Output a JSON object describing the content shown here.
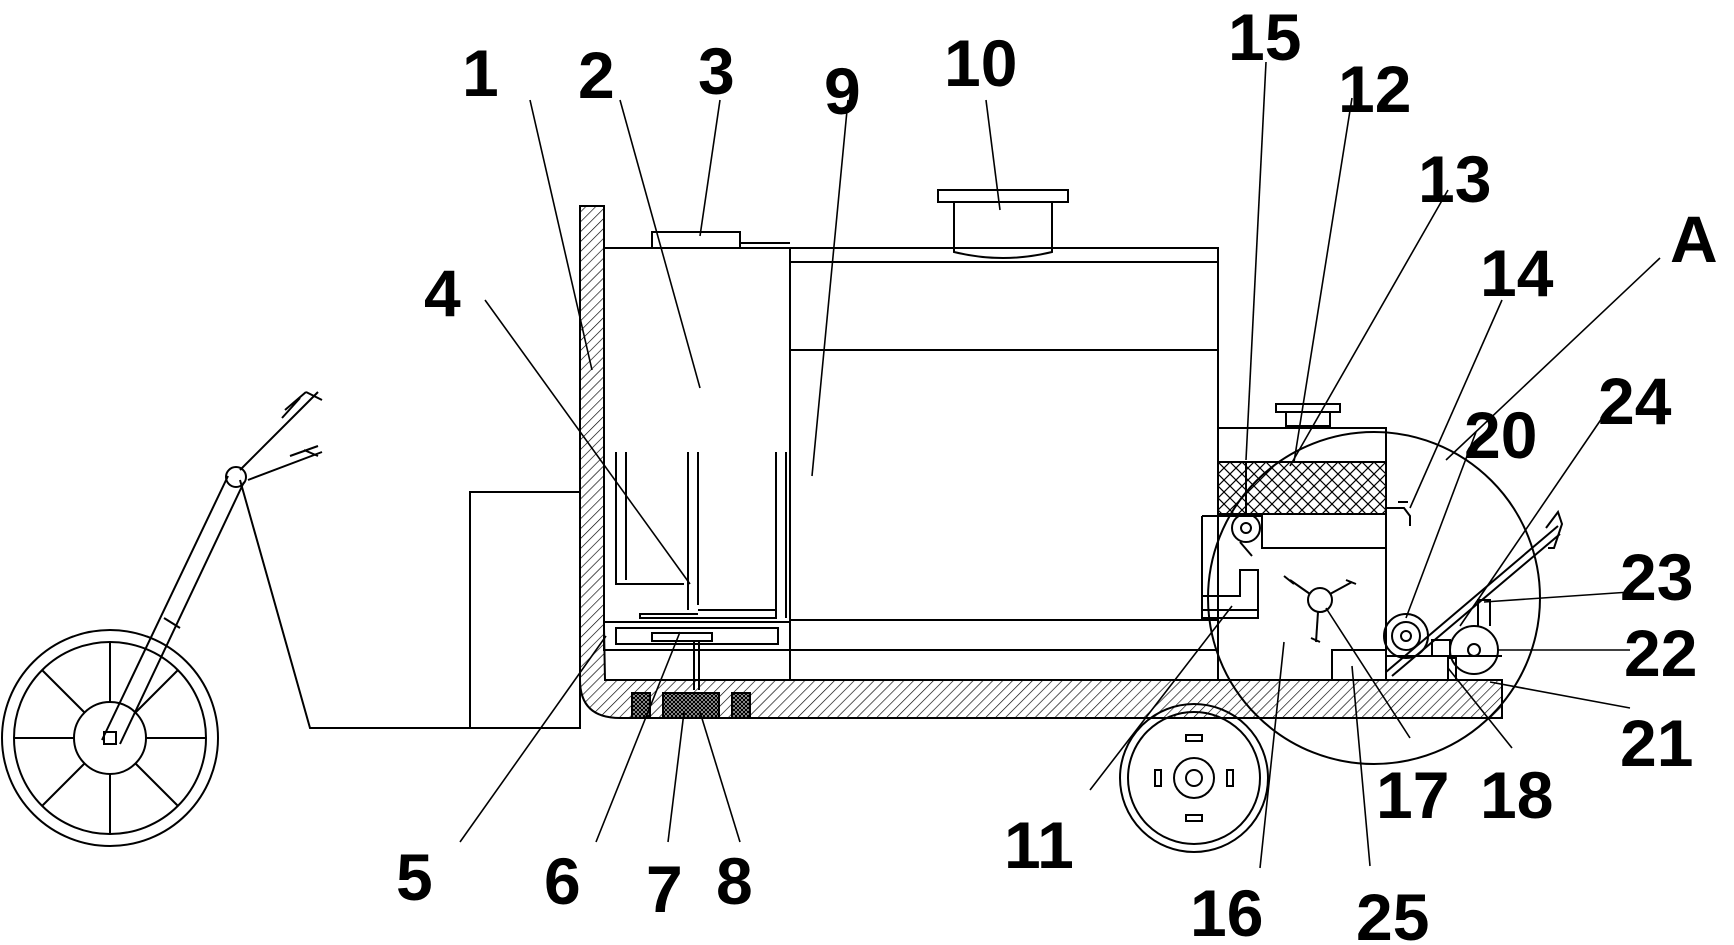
{
  "diagram": {
    "labels": [
      "1",
      "2",
      "3",
      "4",
      "5",
      "6",
      "7",
      "8",
      "9",
      "10",
      "11",
      "12",
      "13",
      "14",
      "15",
      "16",
      "17",
      "18",
      "20",
      "21",
      "22",
      "23",
      "24",
      "25",
      "A"
    ],
    "colors": {
      "line": "#000000",
      "background": "#ffffff"
    }
  }
}
